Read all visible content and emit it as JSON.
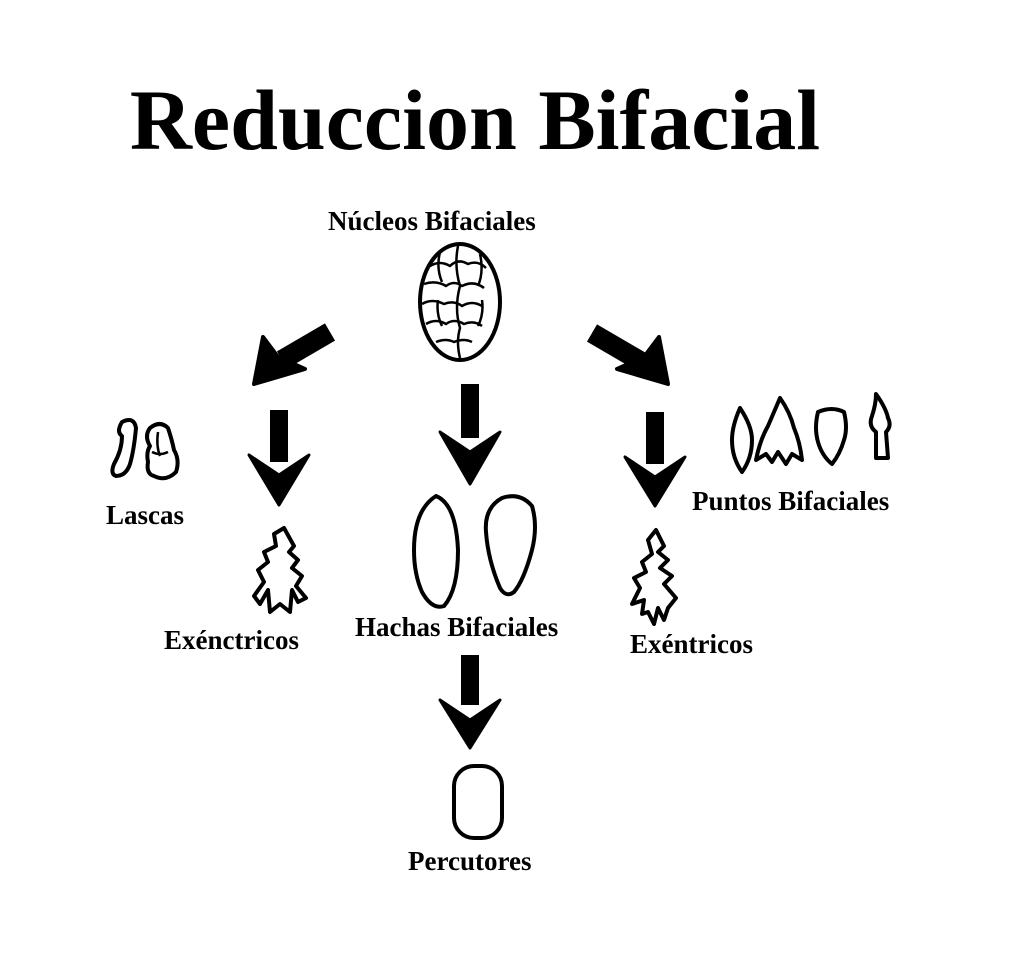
{
  "title": "Reduccion Bifacial",
  "nodes": {
    "nucleos": "Núcleos Bifaciales",
    "lascas": "Lascas",
    "excentricos_left": "Exénctricos",
    "hachas": "Hachas Bifaciales",
    "excentricos_right": "Exéntricos",
    "puntos": "Puntos Bifaciales",
    "percutores": "Percutores"
  },
  "colors": {
    "ink": "#000000",
    "background": "#ffffff"
  }
}
